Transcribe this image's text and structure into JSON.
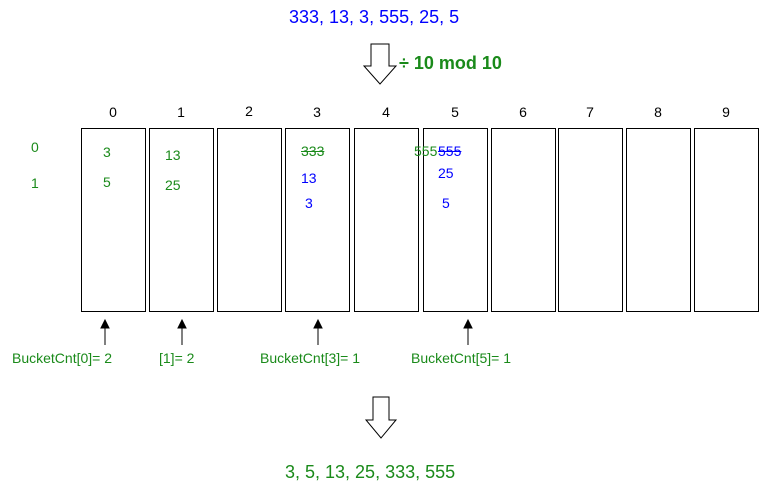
{
  "input": "333, 13, 3, 555, 25, 5",
  "step_label": "÷ 10 mod 10",
  "bucket_indices": [
    "0",
    "1",
    "2",
    "3",
    "4",
    "5",
    "6",
    "7",
    "8",
    "9"
  ],
  "row_labels": [
    "0",
    "1"
  ],
  "buckets": {
    "b0": [
      "3",
      "5"
    ],
    "b1": [
      "13",
      "25"
    ],
    "b3": {
      "struck": "333",
      "items": [
        "13",
        "3"
      ]
    },
    "b5": {
      "overlap": "555",
      "struck": "555",
      "items": [
        "25",
        "5"
      ]
    }
  },
  "counters": {
    "c0": "BucketCnt[0]= 2",
    "c1": "[1]= 2",
    "c3": "BucketCnt[3]= 1",
    "c5": "BucketCnt[5]= 1"
  },
  "output": "3, 5, 13, 25, 333, 555",
  "colors": {
    "input": "#0000ff",
    "green": "#1a8a1a",
    "black": "#000000"
  }
}
